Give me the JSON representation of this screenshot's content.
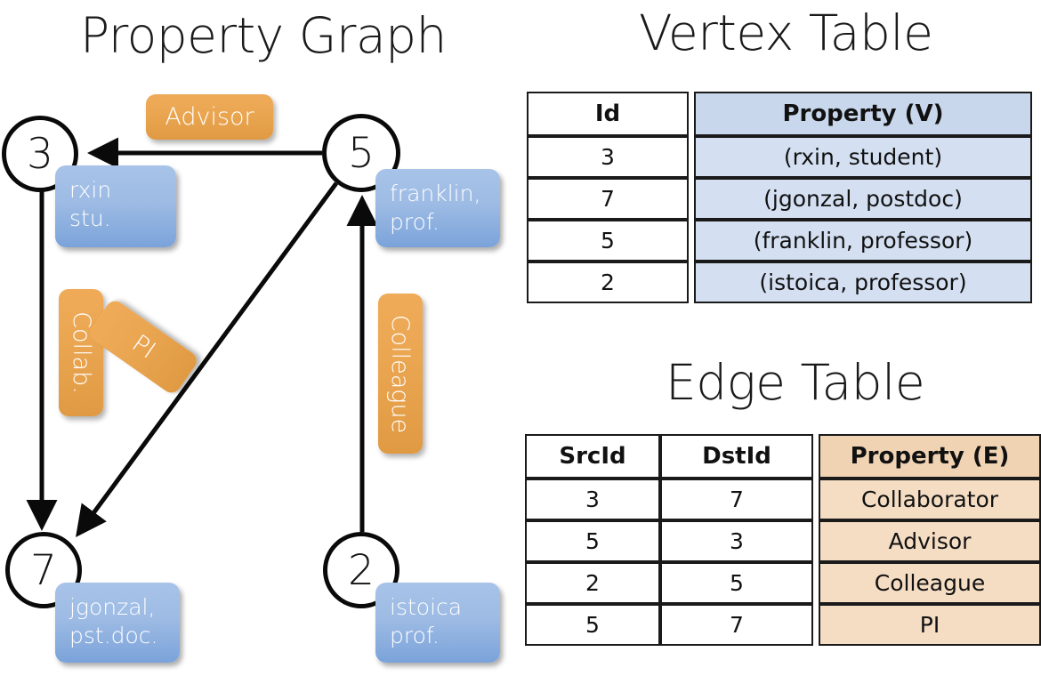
{
  "titles": {
    "property_graph": "Property Graph",
    "vertex_table": "Vertex Table",
    "edge_table": "Edge Table"
  },
  "graph": {
    "vertices": [
      {
        "id": "3",
        "property": "rxin\nstu."
      },
      {
        "id": "5",
        "property": "franklin,\nprof."
      },
      {
        "id": "7",
        "property": "jgonzal,\npst.doc."
      },
      {
        "id": "2",
        "property": "istoica\nprof."
      }
    ],
    "vertex_labels": {
      "v3": "3",
      "v5": "5",
      "v7": "7",
      "v2": "2"
    },
    "property_boxes": {
      "rxin_line1": "rxin",
      "rxin_line2": "stu.",
      "franklin_line1": "franklin,",
      "franklin_line2": "prof.",
      "jgonzal_line1": "jgonzal,",
      "jgonzal_line2": "pst.doc.",
      "istoica_line1": "istoica",
      "istoica_line2": "prof."
    },
    "edge_labels": {
      "advisor": "Advisor",
      "collab": "Collab.",
      "pi": "PI",
      "colleague": "Colleague"
    },
    "edges": [
      {
        "from": "5",
        "to": "3",
        "label": "Advisor"
      },
      {
        "from": "3",
        "to": "7",
        "label": "Collab."
      },
      {
        "from": "5",
        "to": "7",
        "label": "PI"
      },
      {
        "from": "2",
        "to": "5",
        "label": "Colleague"
      }
    ]
  },
  "vertex_table": {
    "headers": [
      "Id",
      "Property (V)"
    ],
    "rows": [
      [
        "3",
        "(rxin, student)"
      ],
      [
        "7",
        "(jgonzal, postdoc)"
      ],
      [
        "5",
        "(franklin, professor)"
      ],
      [
        "2",
        "(istoica, professor)"
      ]
    ]
  },
  "edge_table": {
    "headers": [
      "SrcId",
      "DstId",
      "Property (E)"
    ],
    "rows": [
      [
        "3",
        "7",
        "Collaborator"
      ],
      [
        "5",
        "3",
        "Advisor"
      ],
      [
        "2",
        "5",
        "Colleague"
      ],
      [
        "5",
        "7",
        "PI"
      ]
    ]
  },
  "colors": {
    "vertex_property_blue": "#9dbbe4",
    "edge_label_orange": "#eba652",
    "vertex_table_cell": "#d4e0f2",
    "edge_table_cell": "#f5ddc4",
    "stroke": "#0a0a0a"
  }
}
